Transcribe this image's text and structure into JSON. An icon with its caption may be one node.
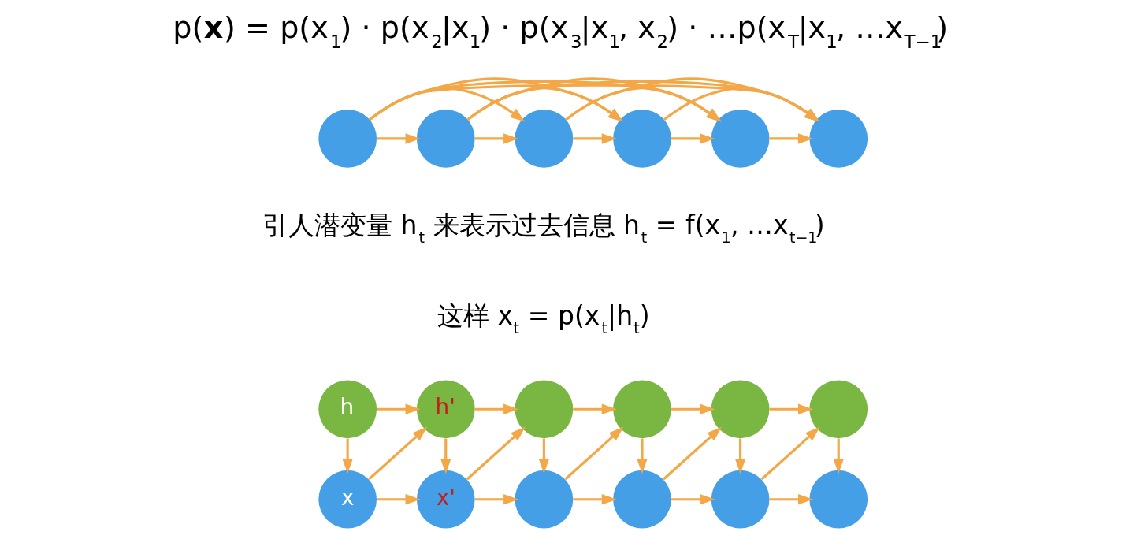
{
  "diagram": {
    "title": "p(**x**) = p(x$_{1}$) · p(x$_{2}$|x$_{1}$) · p(x$_{3}$|x$_{1}$, x$_{2}$) · …p(x$_{T}$|x$_{1}$, …x$_{T−1}$)",
    "nodes": [
      {
        "text": [],
        "shape": "circle"
      },
      {
        "text": [],
        "shape": "circle"
      },
      {
        "text": [],
        "shape": "circle"
      },
      {
        "text": [],
        "shape": "circle"
      },
      {
        "text": [],
        "shape": "circle"
      },
      {
        "text": [],
        "shape": "circle"
      },
      {
        "text": [
          "h"
        ]
      },
      {
        "text": [
          "h'"
        ]
      },
      {
        "text": [],
        "shape": "circle"
      },
      {
        "text": [],
        "shape": "circle"
      },
      {
        "text": [],
        "shape": "circle"
      },
      {
        "text": [],
        "shape": "circle"
      },
      {
        "text": [
          "x"
        ]
      },
      {
        "text": [
          "x'"
        ]
      },
      {
        "text": [],
        "shape": "circle"
      },
      {
        "text": [],
        "shape": "circle"
      },
      {
        "text": [],
        "shape": "circle"
      },
      {
        "text": [],
        "shape": "circle"
      }
    ],
    "edges": [
      {
        "from": 0,
        "to": 1,
        "arrow": "to"
      },
      {
        "from": 0,
        "to": 2,
        "arrow": "to"
      },
      {
        "from": 0,
        "to": 3,
        "arrow": "to"
      },
      {
        "from": 0,
        "to": 4,
        "arrow": "to"
      },
      {
        "from": 0,
        "to": 5,
        "arrow": "to"
      },
      {
        "from": 1,
        "to": 2,
        "arrow": "to"
      },
      {
        "from": 1,
        "to": 3,
        "arrow": "to"
      },
      {
        "from": 1,
        "to": 4,
        "arrow": "to"
      },
      {
        "from": 1,
        "to": 5,
        "arrow": "to"
      },
      {
        "from": 2,
        "to": 3,
        "arrow": "to"
      },
      {
        "from": 2,
        "to": 4,
        "arrow": "to"
      },
      {
        "from": 2,
        "to": 5,
        "arrow": "to"
      },
      {
        "from": 3,
        "to": 4,
        "arrow": "to"
      },
      {
        "from": 3,
        "to": 5,
        "arrow": "to"
      },
      {
        "from": 4,
        "to": 5,
        "arrow": "to"
      },
      {
        "from": 6,
        "to": 7,
        "arrow": "to"
      },
      {
        "from": 6,
        "to": 12,
        "arrow": "to"
      },
      {
        "from": 12,
        "to": 7,
        "arrow": "to"
      },
      {
        "from": 12,
        "to": 13,
        "arrow": "to"
      },
      {
        "from": 7,
        "to": 8,
        "arrow": "to"
      },
      {
        "from": 7,
        "to": 13,
        "arrow": "to"
      },
      {
        "from": 13,
        "to": 8,
        "arrow": "to"
      },
      {
        "from": 13,
        "to": 14,
        "arrow": "to"
      },
      {
        "from": 8,
        "to": 9,
        "arrow": "to"
      },
      {
        "from": 8,
        "to": 14,
        "arrow": "to"
      },
      {
        "from": 14,
        "to": 9,
        "arrow": "to"
      },
      {
        "from": 14,
        "to": 15,
        "arrow": "to"
      },
      {
        "from": 9,
        "to": 10,
        "arrow": "to"
      },
      {
        "from": 9,
        "to": 15,
        "arrow": "to"
      },
      {
        "from": 15,
        "to": 10,
        "arrow": "to"
      },
      {
        "from": 15,
        "to": 16,
        "arrow": "to"
      },
      {
        "from": 10,
        "to": 11,
        "arrow": "to"
      },
      {
        "from": 10,
        "to": 16,
        "arrow": "to"
      },
      {
        "from": 16,
        "to": 11,
        "arrow": "to"
      },
      {
        "from": 16,
        "to": 17,
        "arrow": "to"
      },
      {
        "from": 11,
        "to": 17,
        "arrow": "to"
      }
    ],
    "labels": [
      "引人潜变量 h$_{t}$ 来表示过去信息 h$_{t}$ = f(x$_{1}$, …x$_{t−1}$)",
      "这样 x$_{t}$ = p(x$_{t}$|h$_{t}$)"
    ]
  }
}
